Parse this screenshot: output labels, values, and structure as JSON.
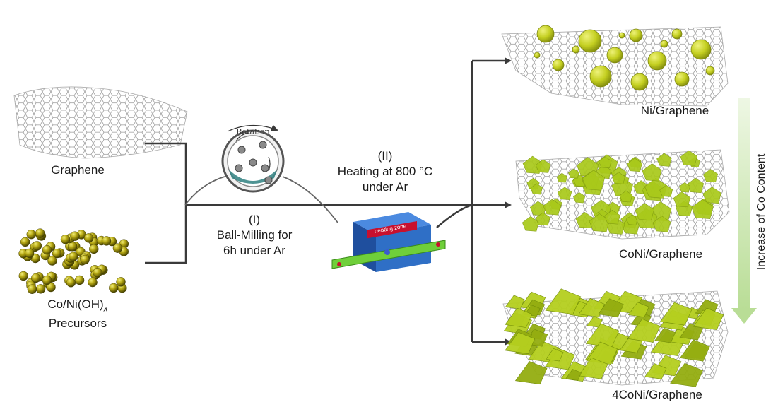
{
  "inputs": {
    "graphene": "Graphene",
    "precursor_line1": "Co/Ni(OH)",
    "precursor_subscript": "x",
    "precursor_line2": "Precursors"
  },
  "step1": {
    "roman": "(I)",
    "line1": "Ball-Milling for",
    "line2": "6h under Ar",
    "rotation_label": "Rotation"
  },
  "step2": {
    "roman": "(II)",
    "line1": "Heating at 800 °C",
    "line2": "under Ar",
    "furnace_label": "heating zone"
  },
  "products": [
    {
      "label": "Ni/Graphene"
    },
    {
      "label": "CoNi/Graphene"
    },
    {
      "label": "4CoNi/Graphene"
    }
  ],
  "trend": {
    "label": "Increase of Co Content",
    "arrow_color": "#c5e3a8"
  },
  "colors": {
    "particle": "#c8d22a",
    "particle_dark": "#8f9a12",
    "sphere_dark": "#5e5a00",
    "lattice": "#9a9a9a",
    "line": "#3a3a3a",
    "furnace_blue": "#2f6fc6",
    "tube_green": "#6fcf3a"
  }
}
